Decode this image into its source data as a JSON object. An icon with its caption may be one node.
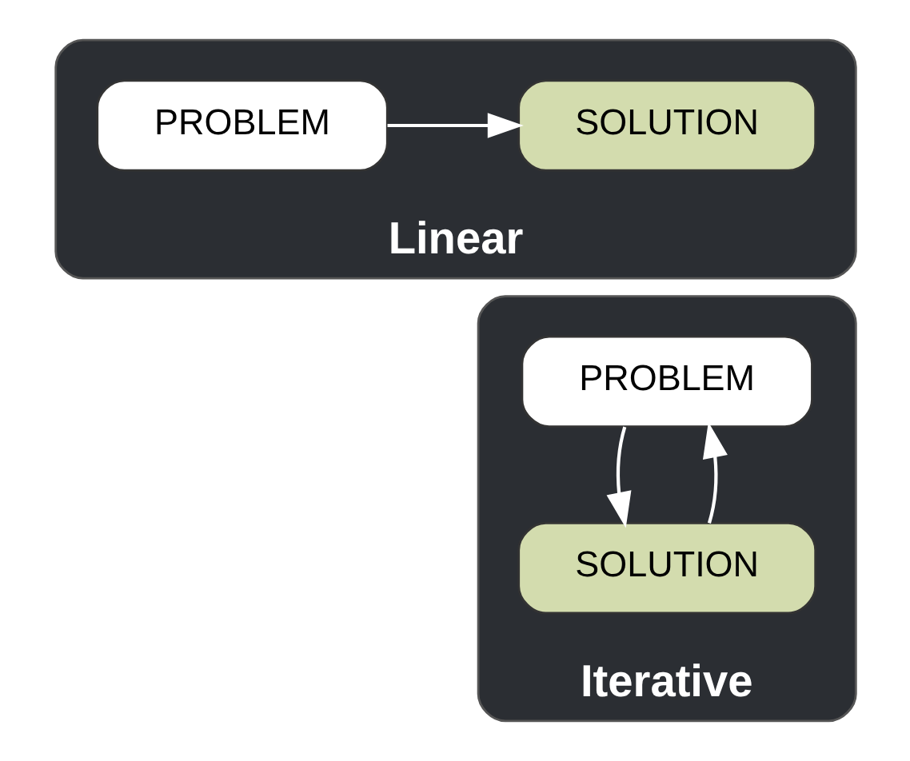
{
  "diagram": {
    "nodes": [
      {
        "text": [
          "Linear"
        ]
      },
      {
        "text": [
          "PROBLEM"
        ],
        "in": 0
      },
      {
        "text": [
          "SOLUTION"
        ],
        "in": 0
      },
      {
        "text": [
          "Iterative"
        ]
      },
      {
        "text": [
          "PROBLEM"
        ],
        "in": 3
      },
      {
        "text": [
          "SOLUTION"
        ],
        "in": 3
      }
    ],
    "edges": [
      {
        "from": 1,
        "to": 2,
        "arrow": "to"
      },
      {
        "from": 4,
        "to": 5,
        "arrow": "to"
      },
      {
        "from": 5,
        "to": 4,
        "arrow": "to"
      }
    ]
  }
}
